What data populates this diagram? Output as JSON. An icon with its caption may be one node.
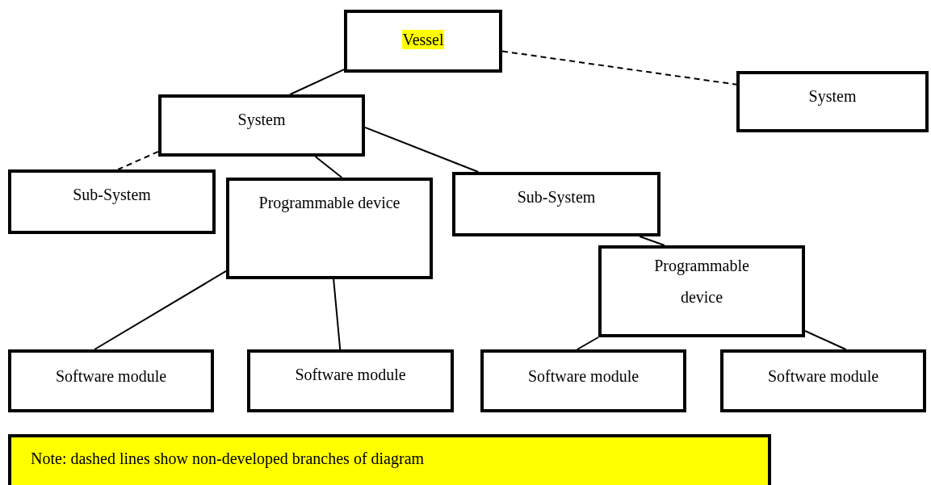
{
  "diagram": {
    "nodes": [
      {
        "text": [
          "Vessel"
        ]
      },
      {
        "text": [
          "System"
        ]
      },
      {
        "text": [
          "System"
        ]
      },
      {
        "text": [
          "Sub-System"
        ]
      },
      {
        "text": [
          "Programmable device"
        ]
      },
      {
        "text": [
          "Sub-System"
        ]
      },
      {
        "text": [
          "Programmable device"
        ]
      },
      {
        "text": [
          "Software module"
        ]
      },
      {
        "text": [
          "Software module"
        ]
      },
      {
        "text": [
          "Software module"
        ]
      },
      {
        "text": [
          "Software module"
        ]
      },
      {
        "text": [
          "Note: dashed lines show non-developed branches of diagram"
        ]
      }
    ],
    "edges": [
      {
        "from": 0,
        "to": 2,
        "arrow": "none"
      },
      {
        "from": 0,
        "to": 1,
        "arrow": "none",
        "style": "dashed"
      },
      {
        "from": 2,
        "to": 3,
        "arrow": "none",
        "style": "dashed"
      },
      {
        "from": 2,
        "to": 4,
        "arrow": "none"
      },
      {
        "from": 2,
        "to": 5,
        "arrow": "none"
      },
      {
        "from": 5,
        "to": 6,
        "arrow": "none"
      },
      {
        "from": 4,
        "to": 7,
        "arrow": "none"
      },
      {
        "from": 4,
        "to": 8,
        "arrow": "none"
      },
      {
        "from": 6,
        "to": 9,
        "arrow": "none"
      },
      {
        "from": 6,
        "to": 10,
        "arrow": "none"
      }
    ]
  }
}
